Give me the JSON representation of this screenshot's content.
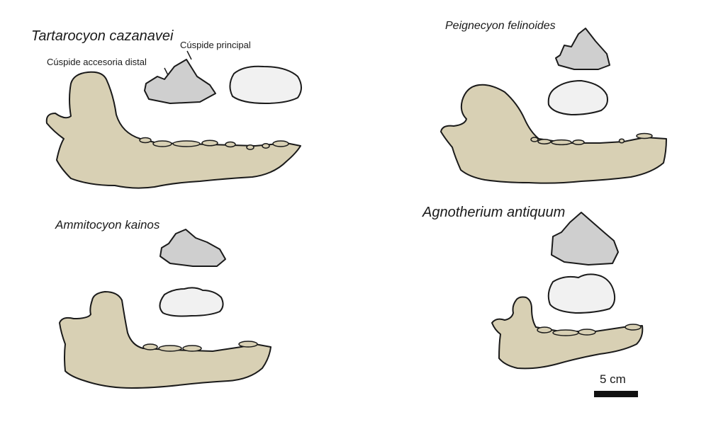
{
  "colors": {
    "bone": "#d8d0b4",
    "tooth_side": "#cfcfcf",
    "tooth_top": "#f1f1f1",
    "carnassial_outline": "#e0303a",
    "outline": "#1a1a1a",
    "scale_bar": "#111111"
  },
  "specimens": [
    {
      "name": "Tartarocyon cazanavei",
      "annotations": {
        "accessory_cusp": "Cúspide accesoria distal",
        "main_cusp": "Cúspide principal"
      }
    },
    {
      "name": "Peignecyon felinoides"
    },
    {
      "name": "Ammitocyon kainos"
    },
    {
      "name": "Agnotherium antiquum"
    }
  ],
  "scale_bar": {
    "label": "5 cm"
  }
}
